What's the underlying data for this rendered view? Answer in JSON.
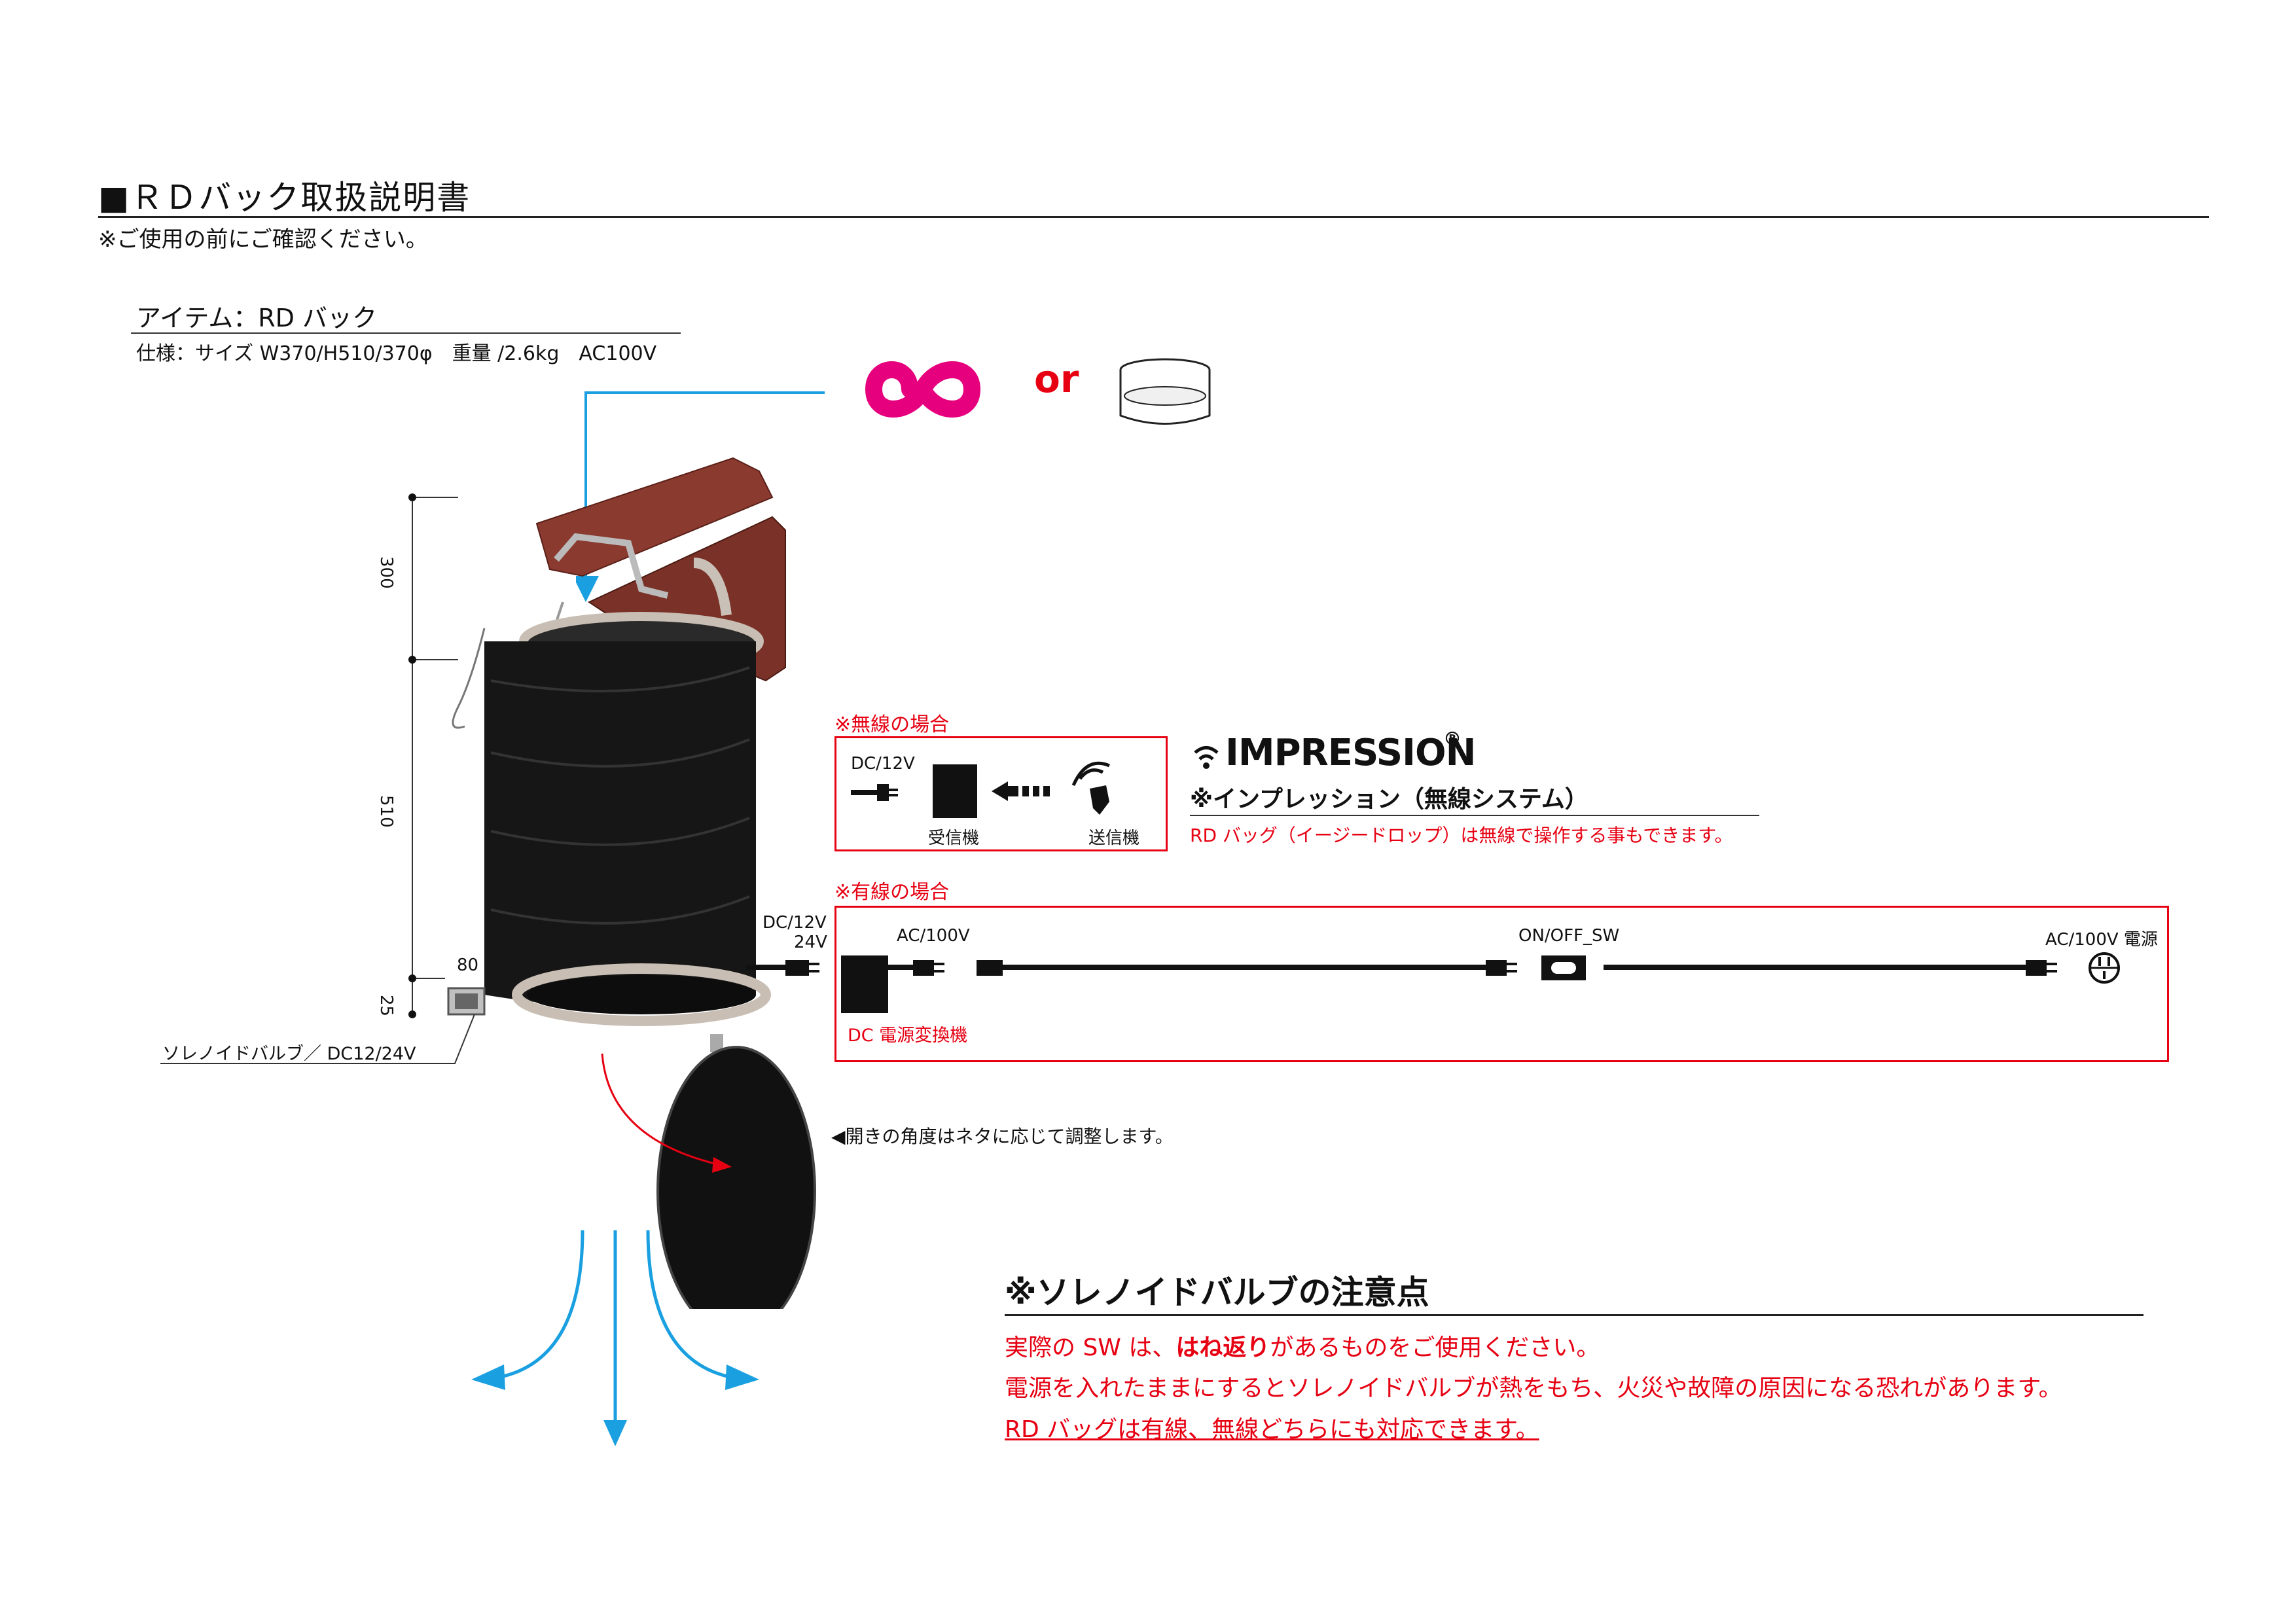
{
  "header": {
    "title": "■ＲＤバック取扱説明書",
    "subtitle": "※ご使用の前にご確認ください。"
  },
  "item": {
    "name": "アイテム：RD バック",
    "spec": "仕様：サイズ W370/H510/370φ　重量 /2.6kg　AC100V"
  },
  "top_options": {
    "or_label": "or",
    "or_color": "#e60012",
    "logo_color": "#e6007e"
  },
  "dimensions": {
    "d300": "300",
    "d510": "510",
    "d25": "25",
    "d80": "80"
  },
  "solenoid_label": "ソレノイドバルブ／ DC12/24V",
  "open_angle_note": "◀開きの角度はネタに応じて調整します。",
  "wireless": {
    "heading": "※無線の場合",
    "dc_label": "DC/12V",
    "receiver": "受信機",
    "transmitter": "送信機"
  },
  "impression": {
    "logo": "IMPRESSION",
    "reg": "®",
    "subtitle": "※インプレッション（無線システム）",
    "note": "RD バッグ（イージードロップ）は無線で操作する事もできます。"
  },
  "wired": {
    "heading": "※有線の場合",
    "dc_label_1": "DC/12V",
    "dc_label_2": "24V",
    "ac_label": "AC/100V",
    "converter": "DC 電源変換機",
    "switch": "ON/OFF_SW",
    "power": "AC/100V 電源"
  },
  "solenoid_notes": {
    "heading": "※ソレノイドバルブの注意点",
    "line1_pre": "実際の SW は、",
    "line1_bold": "はね返り",
    "line1_post": "があるものをご使用ください。",
    "line2": "電源を入れたままにするとソレノイドバルブが熱をもち、火災や故障の原因になる恐れがあります。",
    "line3": "RD バッグは有線、無線どちらにも対応できます。"
  },
  "colors": {
    "accent_red": "#e60012",
    "arrow_blue": "#1aa0e0"
  }
}
